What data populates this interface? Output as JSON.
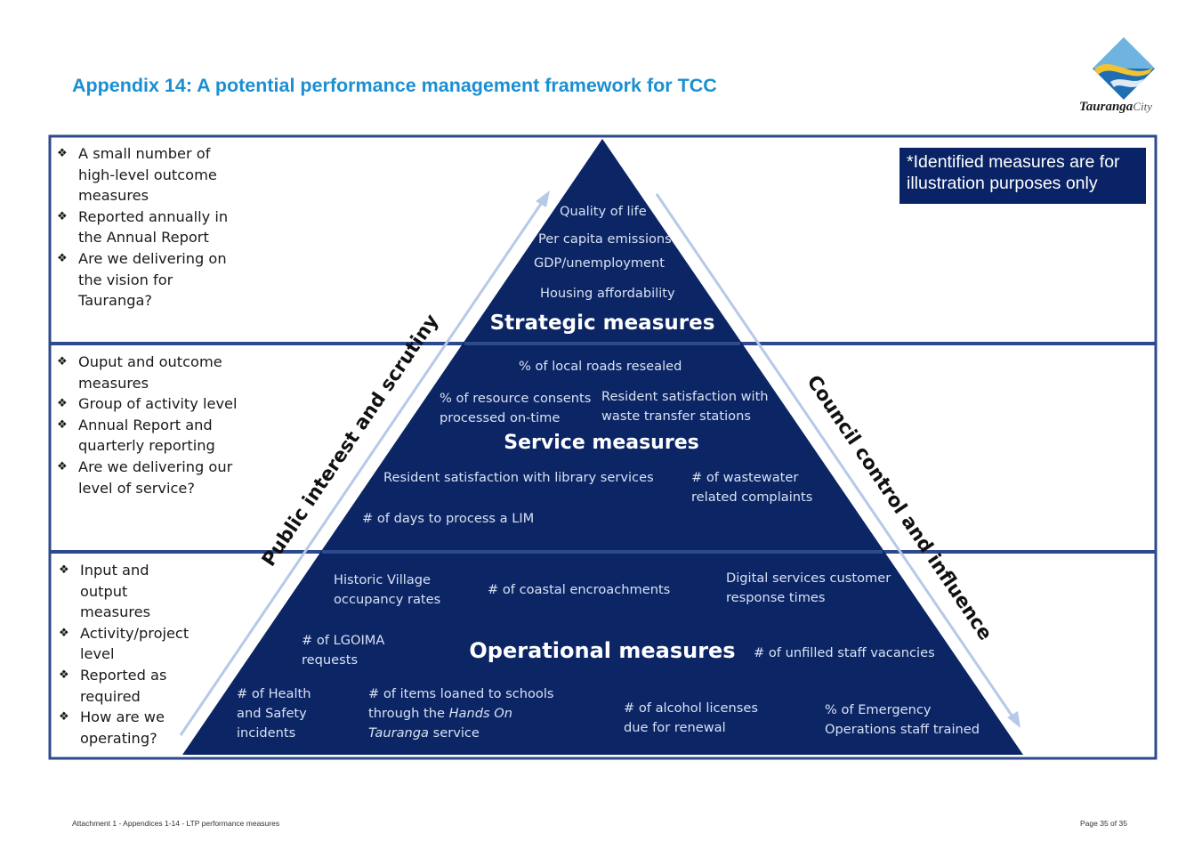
{
  "header": {
    "title": "Appendix 14: A potential performance management framework for TCC",
    "logo": {
      "name_bold": "Tauranga",
      "name_light": "City"
    }
  },
  "note": "*Identified measures are for illustration purposes only",
  "colors": {
    "pyramid": "#0b2565",
    "frame": "#2c4a8c",
    "title": "#1b8fd2",
    "arrow": "#b7c9e8"
  },
  "arrows": {
    "left": "Public interest and scrutiny",
    "right": "Council control and influence"
  },
  "tiers": {
    "strategic": {
      "title": "Strategic measures",
      "side_points": [
        "A small number of high-level outcome measures",
        "Reported annually in the Annual Report",
        "Are we delivering on the vision for Tauranga?"
      ],
      "measures": [
        "Quality of life",
        "Per capita emissions",
        "GDP/unemployment",
        "Housing affordability"
      ]
    },
    "service": {
      "title": "Service measures",
      "side_points": [
        "Ouput and outcome measures",
        "Group of activity level",
        "Annual Report and quarterly reporting",
        "Are we delivering our level of service?"
      ],
      "measures": [
        "% of local roads resealed",
        "% of resource consents processed on-time",
        "Resident satisfaction with waste transfer stations",
        "Resident satisfaction with library services",
        "# of wastewater related complaints",
        "# of days to process a LIM"
      ]
    },
    "operational": {
      "title": "Operational measures",
      "side_points": [
        "Input and output measures",
        "Activity/project level",
        "Reported as required",
        "How are we operating?"
      ],
      "measures": [
        "Historic Village occupancy rates",
        "# of coastal encroachments",
        "Digital services customer response times",
        "# of LGOIMA requests",
        "# of unfilled staff vacancies",
        "# of Health and Safety incidents",
        "# of alcohol licenses due for renewal",
        "% of Emergency Operations staff trained"
      ],
      "schools_measure": {
        "prefix": "# of items loaned to schools through the ",
        "italic": "Hands On Tauranga",
        "suffix": " service"
      }
    }
  },
  "footer": {
    "left": "Attachment 1 -  Appendices 1-14 - LTP performance measures",
    "right": "Page 35 of 35"
  }
}
